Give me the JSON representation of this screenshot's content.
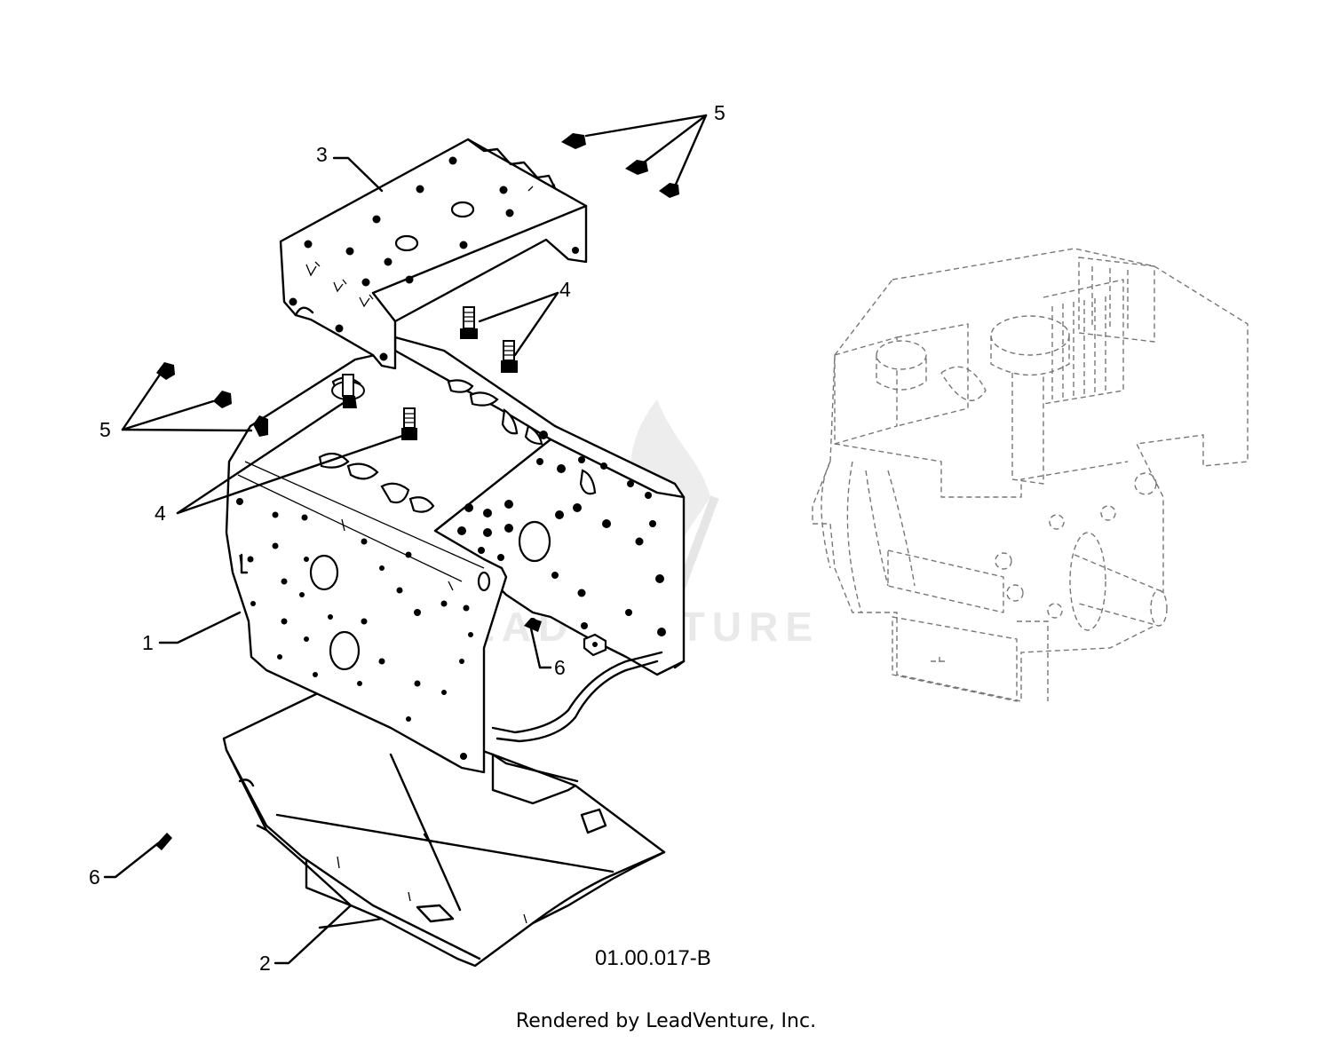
{
  "diagram": {
    "watermark": "LEADVENTURE",
    "drawing_code": "01.00.017-B",
    "footer": "Rendered by LeadVenture, Inc.",
    "callouts": [
      {
        "id": "callout-1",
        "label": "1"
      },
      {
        "id": "callout-2",
        "label": "2"
      },
      {
        "id": "callout-3",
        "label": "3"
      },
      {
        "id": "callout-4-upper",
        "label": "4"
      },
      {
        "id": "callout-4-lower",
        "label": "4"
      },
      {
        "id": "callout-5-upper",
        "label": "5"
      },
      {
        "id": "callout-5-lower",
        "label": "5"
      },
      {
        "id": "callout-6-right",
        "label": "6"
      },
      {
        "id": "callout-6-left",
        "label": "6"
      }
    ]
  }
}
